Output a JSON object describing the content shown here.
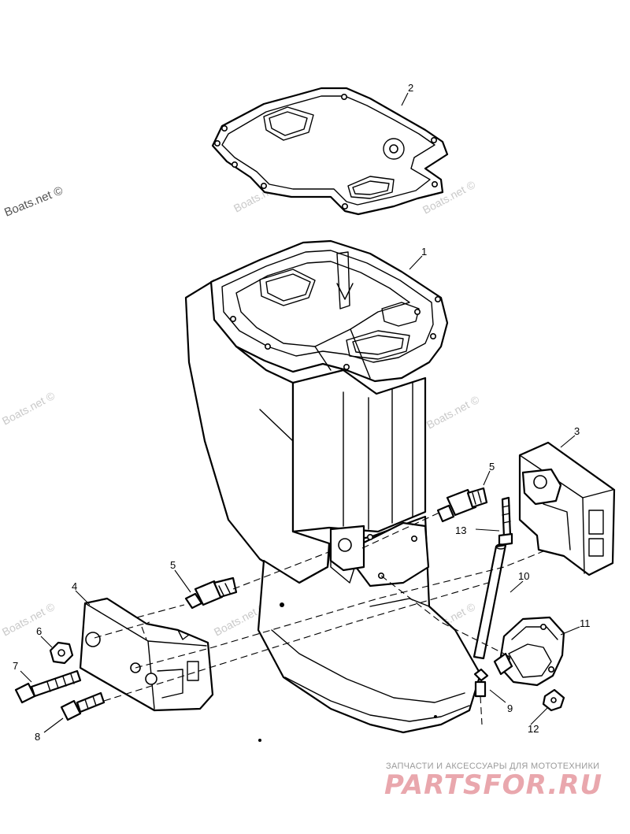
{
  "diagram": {
    "callouts": [
      "1",
      "2",
      "3",
      "4",
      "5",
      "5",
      "6",
      "7",
      "8",
      "9",
      "10",
      "11",
      "12",
      "13"
    ]
  },
  "watermarks": {
    "boats": "Boats.net ©"
  },
  "branding": {
    "subtitle": "ЗАПЧАСТИ И АКСЕССУАРЫ ДЛЯ МОТОТЕХНИКИ",
    "logo": "PARTSFOR.RU",
    "accent": "#e9a7ad"
  }
}
